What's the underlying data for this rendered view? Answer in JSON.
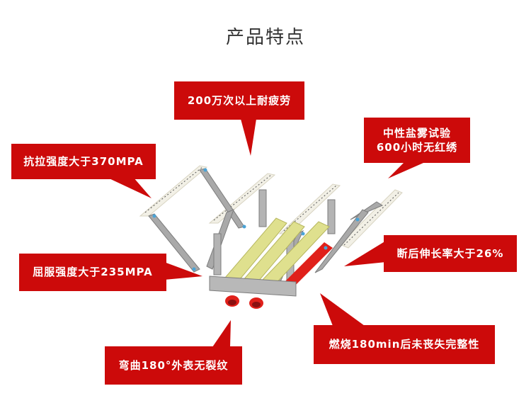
{
  "title": "产品特点",
  "colors": {
    "callout_red": "#cc0a0a",
    "title_text": "#333333",
    "rail_white": "#f2f0e6",
    "steel_gray": "#a9a9a9",
    "pipe_yellow": "#dfe08e",
    "pipe_red": "#e0201a",
    "bolt_blue": "#4aa3d6"
  },
  "callouts": [
    {
      "id": "fatigue",
      "text": "200万次以上耐疲劳"
    },
    {
      "id": "salt-spray",
      "line1": "中性盐雾试验",
      "line2": "600小时无红绣"
    },
    {
      "id": "tensile",
      "text": "抗拉强度大于370MPA"
    },
    {
      "id": "elongation",
      "text": "断后伸长率大于26%"
    },
    {
      "id": "yield",
      "text": "屈服强度大于235MPA"
    },
    {
      "id": "fire",
      "text": "燃烧180min后未丧失完整性"
    },
    {
      "id": "bend",
      "text": "弯曲180°外表无裂纹"
    }
  ],
  "product": {
    "image_label": "seismic-support-bracket-render"
  }
}
